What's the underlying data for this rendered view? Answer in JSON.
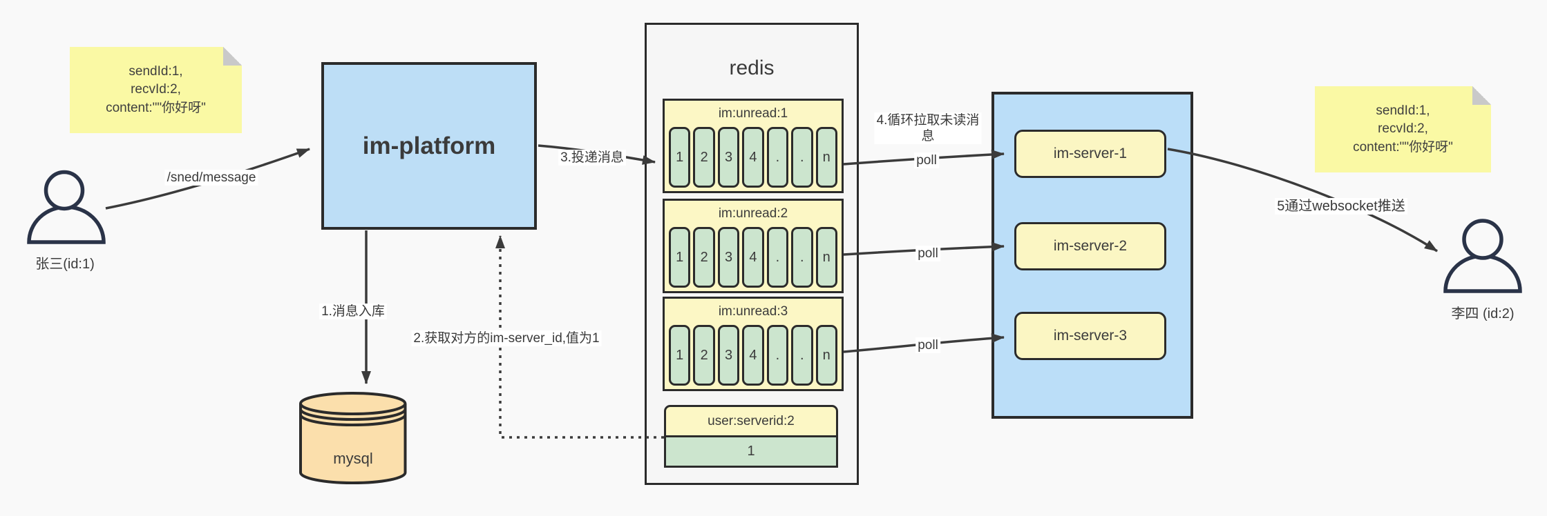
{
  "notes": {
    "left": {
      "lines": [
        "sendId:1,",
        "recvId:2,",
        "content:\"\"你好呀\""
      ]
    },
    "right": {
      "lines": [
        "sendId:1,",
        "recvId:2,",
        "content:\"\"你好呀\""
      ]
    }
  },
  "actors": {
    "sender": {
      "label": "张三(id:1)"
    },
    "receiver": {
      "label": "李四 (id:2)"
    }
  },
  "platform": {
    "label": "im-platform"
  },
  "database": {
    "label": "mysql"
  },
  "redis": {
    "title": "redis",
    "queues": [
      {
        "name": "im:unread:1",
        "cells": [
          "1",
          "2",
          "3",
          "4",
          ".",
          ".",
          "n"
        ]
      },
      {
        "name": "im:unread:2",
        "cells": [
          "1",
          "2",
          "3",
          "4",
          ".",
          ".",
          "n"
        ]
      },
      {
        "name": "im:unread:3",
        "cells": [
          "1",
          "2",
          "3",
          "4",
          ".",
          ".",
          "n"
        ]
      }
    ],
    "kv": {
      "key": "user:serverid:2",
      "value": "1"
    }
  },
  "servers": {
    "items": [
      {
        "label": "im-server-1"
      },
      {
        "label": "im-server-2"
      },
      {
        "label": "im-server-3"
      }
    ]
  },
  "edges": {
    "send": "/sned/message",
    "store": "1.消息入库",
    "lookup": "2.获取对方的im-server_id,值为1",
    "deliver": "3.投递消息",
    "pull_line1": "4.循环拉取未读消",
    "pull_line2": "息",
    "poll": "poll",
    "push": "5通过websocket推送"
  },
  "colors": {
    "bg": "#F9F9F9",
    "note": "#FAF9A4",
    "fold": "#C9C9C9",
    "platform-blue": "#BDDEF6",
    "container-blue": "#BBDEF8",
    "server-yellow": "#FBF6C3",
    "queue-yellow": "#FCF7C5",
    "cell-green": "#CCE5CE",
    "mysql-orange": "#FBDFAC",
    "redis-bg": "#F6F6F6",
    "border-dark": "#2B2B2B",
    "arrow": "#3B3B3B",
    "person": "#2A3348",
    "text": "#3B3B3B",
    "label-bg": "#FFFFFF"
  }
}
